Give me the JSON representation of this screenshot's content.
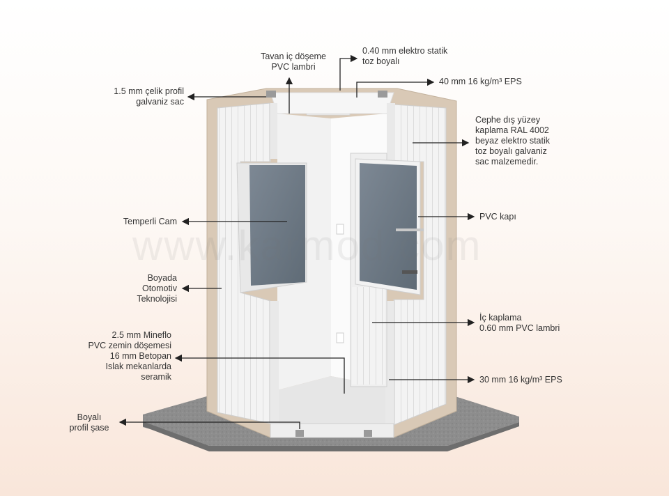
{
  "labels": {
    "tavan": "Tavan iç döşeme\nPVC lambri",
    "elektro_statik": "0.40 mm elektro statik\ntoz boyalı",
    "eps_40": "40 mm 16 kg/m³ EPS",
    "celik_profil": "1.5 mm çelik profil\ngalvaniz sac",
    "cephe": "Cephe dış yüzey\nkaplama RAL 4002\nbeyaz elektro statik\ntoz boyalı galvaniz\nsac malzemedir.",
    "temperli_cam": "Temperli Cam",
    "pvc_kapi": "PVC kapı",
    "boyada": "Boyada\nOtomotiv\nTeknolojisi",
    "ic_kaplama": "İç kaplama\n0.60 mm PVC lambri",
    "zemin": "2.5 mm Mineflo\nPVC zemin döşemesi\n16 mm Betopan\nIslak mekanlarda\nseramik",
    "eps_30": "30 mm 16 kg/m³ EPS",
    "sase": "Boyalı\nprofil şase"
  },
  "watermark": "www.karmod.com",
  "colors": {
    "frame": "#d9c9b6",
    "panel": "#f4f4f4",
    "glass": "#6f7c88",
    "base": "#8f8f8f",
    "arrow": "#222222"
  }
}
